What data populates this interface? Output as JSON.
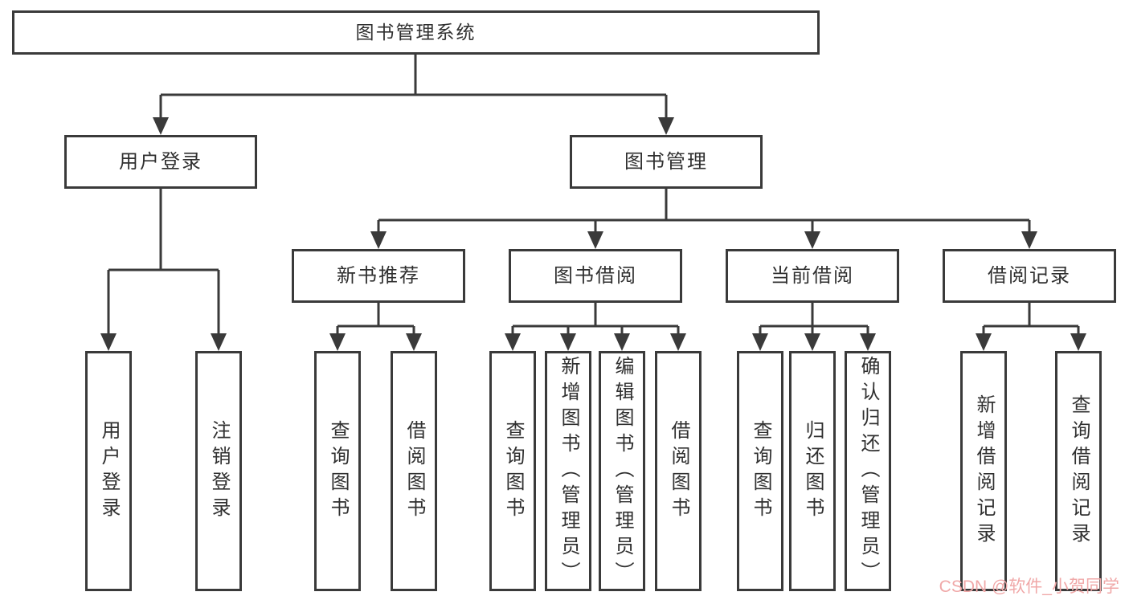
{
  "colors": {
    "line": "#3a3a3a",
    "text": "#303030",
    "background": "#ffffff",
    "watermark_color": "#f0a8a8"
  },
  "watermark": {
    "text": "CSDN @软件_小贺同学"
  },
  "nodes": {
    "root": "图书管理系统",
    "branches": [
      {
        "label": "用户登录",
        "children": [
          "用户登录",
          "注销登录"
        ]
      },
      {
        "label": "图书管理"
      }
    ],
    "modules": [
      {
        "label": "新书推荐",
        "children": [
          "查询图书",
          "借阅图书"
        ]
      },
      {
        "label": "图书借阅",
        "children": [
          "查询图书",
          "新增图书（管理员）",
          "编辑图书（管理员）",
          "借阅图书"
        ]
      },
      {
        "label": "当前借阅",
        "children": [
          "查询图书",
          "归还图书",
          "确认归还（管理员）"
        ]
      },
      {
        "label": "借阅记录",
        "children": [
          "新增借阅记录",
          "查询借阅记录"
        ]
      }
    ]
  }
}
